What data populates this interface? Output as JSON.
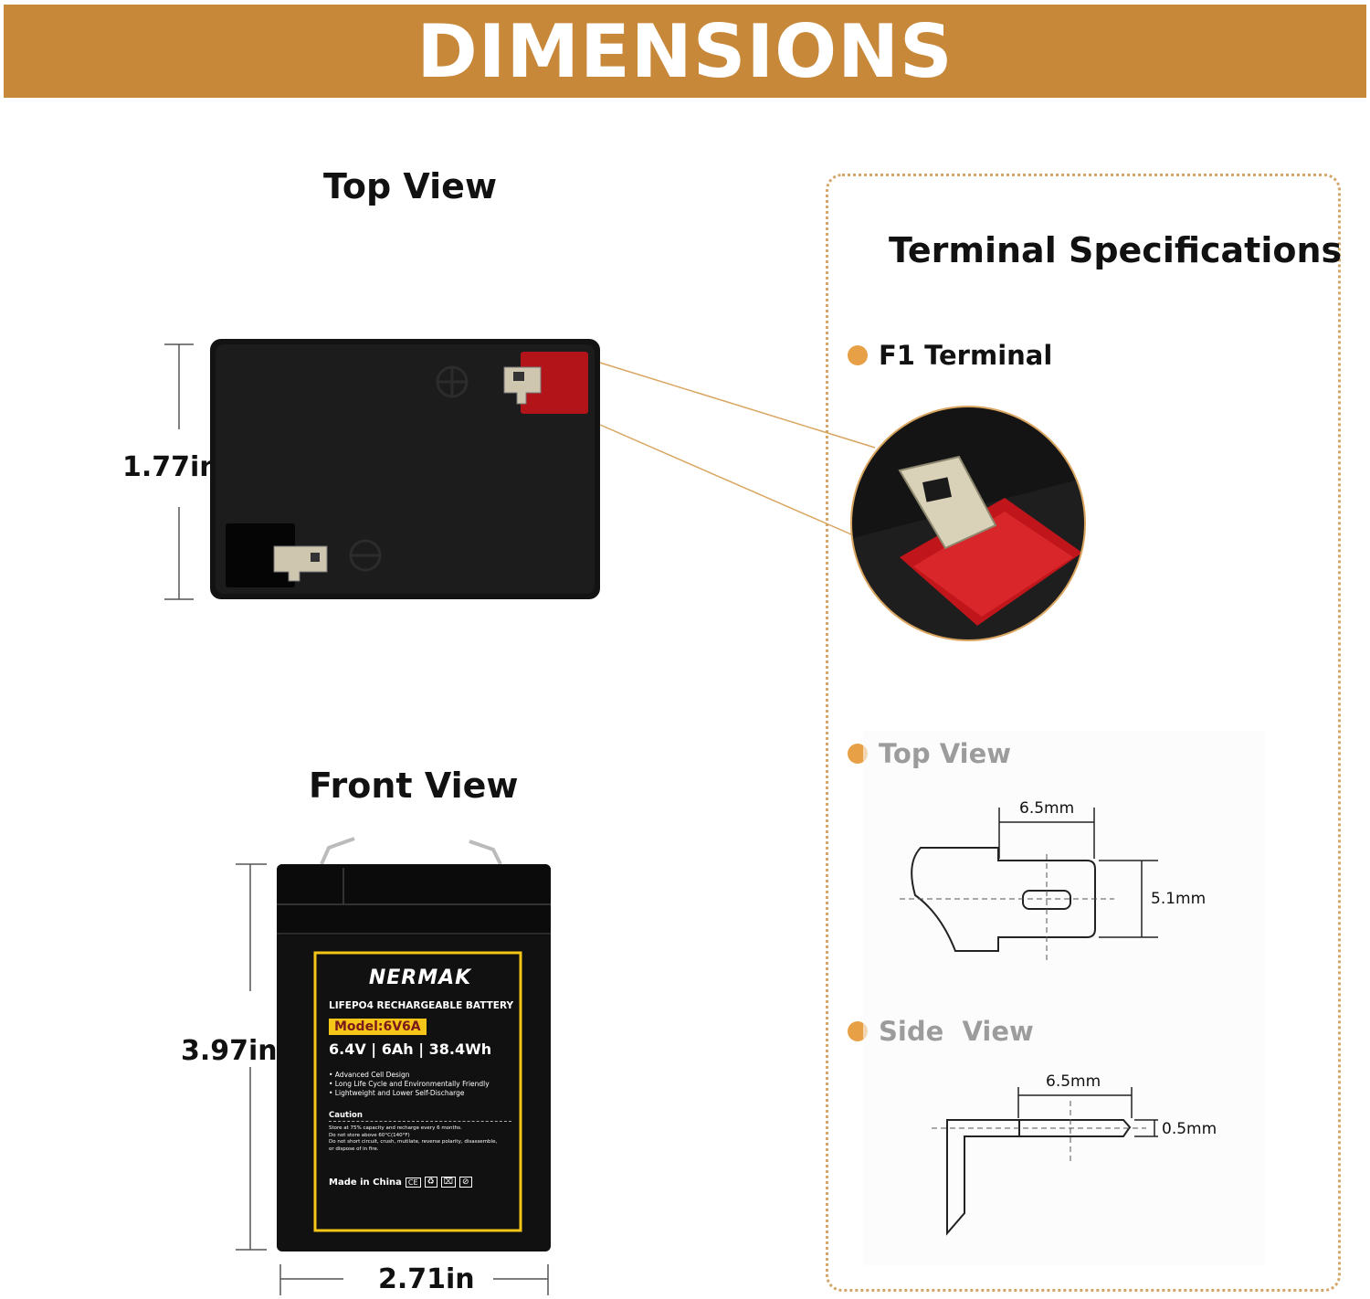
{
  "banner": {
    "title": "DIMENSIONS"
  },
  "top_view": {
    "title": "Top View",
    "height_label": "1.77in"
  },
  "front_view": {
    "title": "Front View",
    "height_label": "3.97in",
    "width_label": "2.71in"
  },
  "battery_label": {
    "brand": "NERMAK",
    "subtitle": "LIFEPO4 RECHARGEABLE BATTERY",
    "model": "Model:6V6A",
    "specs": "6.4V | 6Ah | 38.4Wh",
    "features": [
      "• Advanced Cell Design",
      "• Long Life Cycle and Environmentally Friendly",
      "• Lightweight and Lower Self-Discharge"
    ],
    "caution_title": "Caution",
    "caution_lines": [
      "Store at 75% capacity and recharge every 6 months.",
      "Do not store above 60°C(140°F)",
      "Do not short circuit, crush, mutilate, reverse polarity, disassemble,",
      "or dispose of in fire."
    ],
    "origin": "Made in China"
  },
  "terminal_panel": {
    "title": "Terminal Specifications",
    "f1_label": "F1 Terminal",
    "top_view_label": "Top View",
    "side_view_label": "Side  View",
    "top_width": "6.5mm",
    "top_height": "5.1mm",
    "side_width": "6.5mm",
    "side_thickness": "0.5mm"
  },
  "colors": {
    "accent": "#c8883a",
    "bullet": "#e8a046",
    "terminal_red": "#c0151a",
    "label_yellow": "#f5c518"
  }
}
